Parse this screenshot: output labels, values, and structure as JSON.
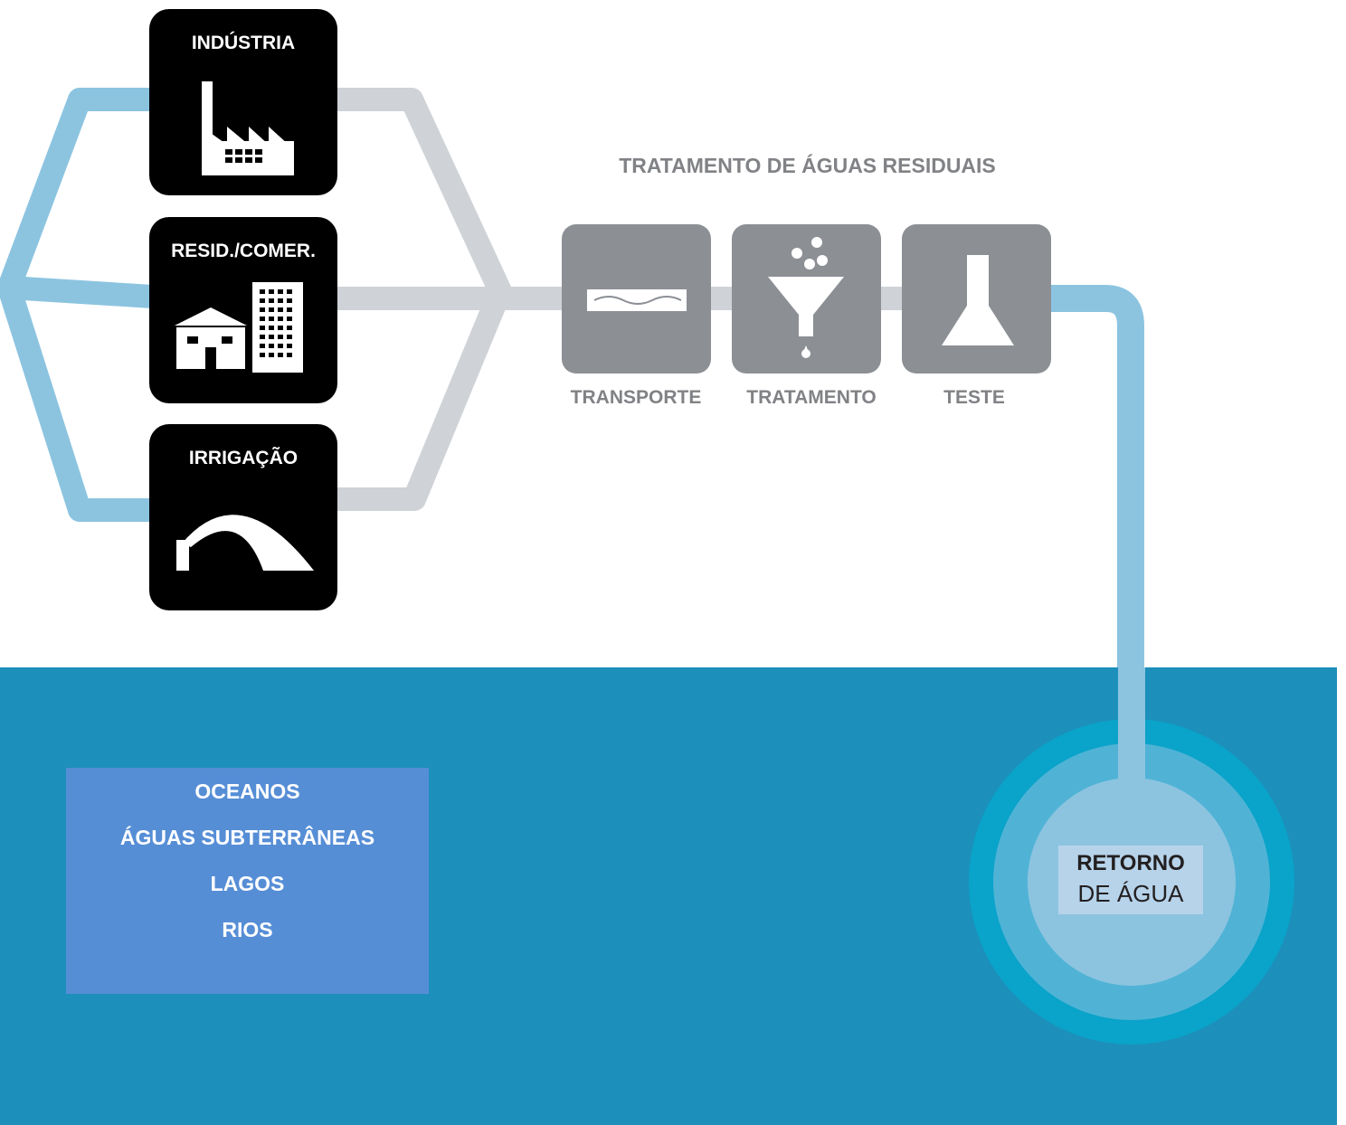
{
  "sources": [
    {
      "label": "INDÚSTRIA",
      "icon": "factory-icon"
    },
    {
      "label": "RESID./COMER.",
      "icon": "house-building-icon"
    },
    {
      "label": "IRRIGAÇÃO",
      "icon": "sprinkler-arc-icon"
    }
  ],
  "treatment": {
    "title": "TRATAMENTO DE ÁGUAS RESIDUAIS",
    "steps": [
      {
        "label": "TRANSPORTE",
        "icon": "pipe-wave-icon"
      },
      {
        "label": "TRATAMENTO",
        "icon": "funnel-icon"
      },
      {
        "label": "TESTE",
        "icon": "flask-icon"
      }
    ]
  },
  "water_bodies": [
    "OCEANOS",
    "ÁGUAS SUBTERRÂNEAS",
    "LAGOS",
    "RIOS"
  ],
  "return": {
    "line1": "RETORNO",
    "line2": "DE ÁGUA"
  },
  "colors": {
    "source_box": "#000000",
    "step_box": "#8c8f94",
    "pipe_blue": "#8cc4e0",
    "pipe_gray": "#cfd2d6",
    "water": "#1c8fbb",
    "bodies_box": "#568ed6",
    "return_label_bg": "#b6d3ea"
  }
}
